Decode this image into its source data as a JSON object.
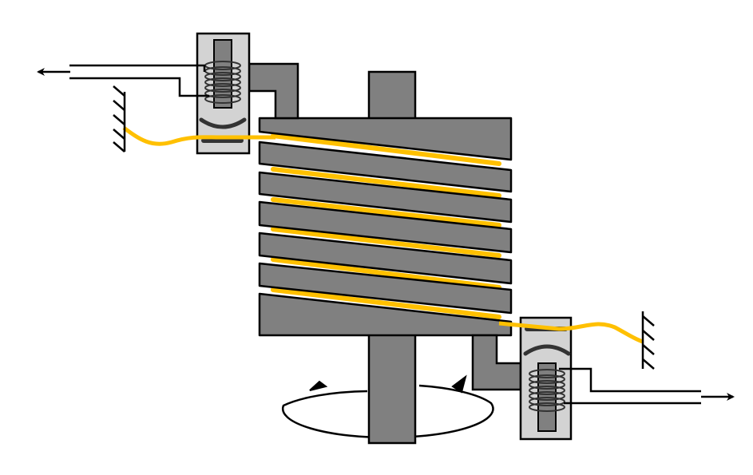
{
  "colors": {
    "background": "#ffffff",
    "metal": "#808080",
    "housing": "#d3d3d3",
    "wire": "#ffc000",
    "outline": "#000000",
    "coil": "#333333"
  },
  "diagram": {
    "type": "mechanical-schematic",
    "components": [
      "central-shaft",
      "grooved-spindle",
      "wire-winding",
      "left-spring-tensioner",
      "right-spring-tensioner",
      "left-ground-anchor",
      "right-ground-anchor",
      "left-output-arrow",
      "right-output-arrow",
      "rotation-arrow"
    ],
    "groove_count": 6
  }
}
